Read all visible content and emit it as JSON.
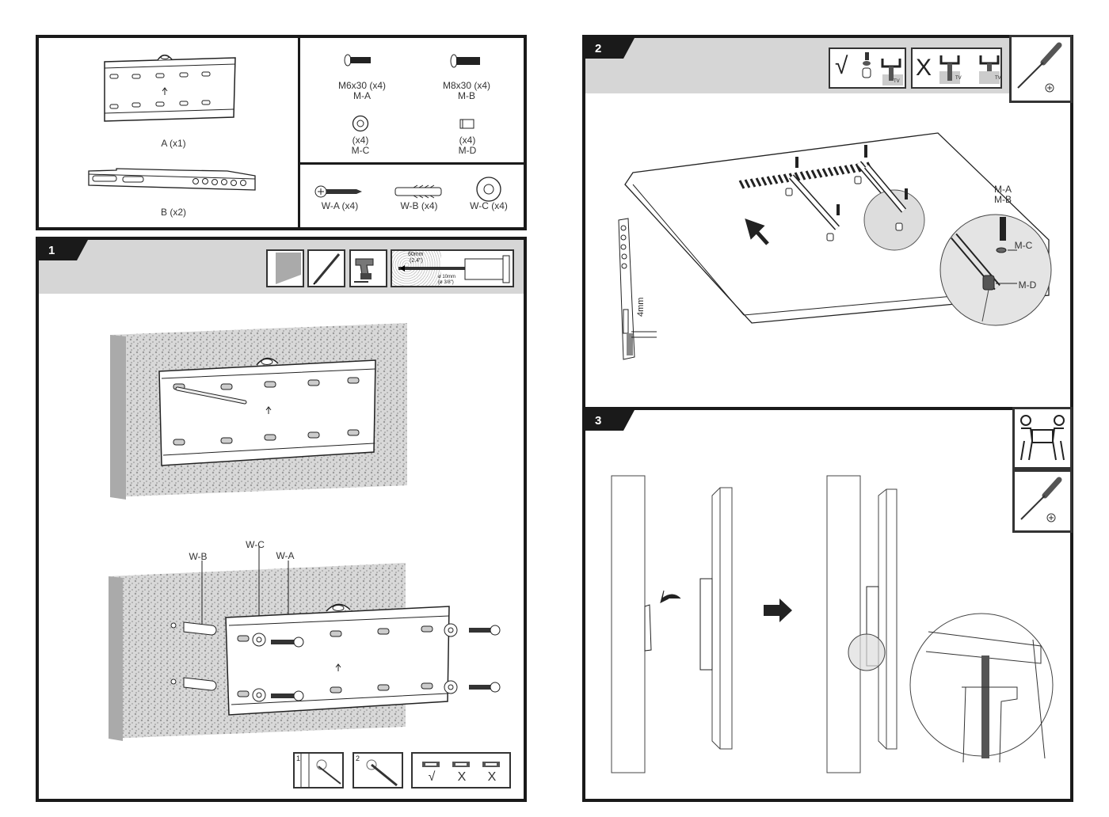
{
  "parts": {
    "bracket_a": "A (x1)",
    "bracket_b": "B (x2)",
    "m_a": {
      "size": "M6x30 (x4)",
      "code": "M-A"
    },
    "m_b": {
      "size": "M8x30 (x4)",
      "code": "M-B"
    },
    "m_c": {
      "qty": "(x4)",
      "code": "M-C"
    },
    "m_d": {
      "qty": "(x4)",
      "code": "M-D"
    },
    "w_a": "W-A (x4)",
    "w_b": "W-B (x4)",
    "w_c": "W-C (x4)"
  },
  "step1": {
    "number": "1",
    "drill_depth": "60mm",
    "drill_depth_in": "(2.4\")",
    "drill_diameter": "ø 10mm",
    "drill_diameter_in": "(ø 3/8\")",
    "callouts": {
      "wb": "W-B",
      "wc": "W-C",
      "wa": "W-A"
    },
    "sub_step_1": "1",
    "sub_step_2": "2",
    "level_marks": [
      "√",
      "X",
      "X"
    ]
  },
  "step2": {
    "number": "2",
    "gap_label": "4mm",
    "callouts": {
      "ma": "M-A",
      "mb": "M-B",
      "mc": "M-C",
      "md": "M-D"
    },
    "tv_label": "TV",
    "check": "√",
    "cross": "X"
  },
  "step3": {
    "number": "3"
  }
}
